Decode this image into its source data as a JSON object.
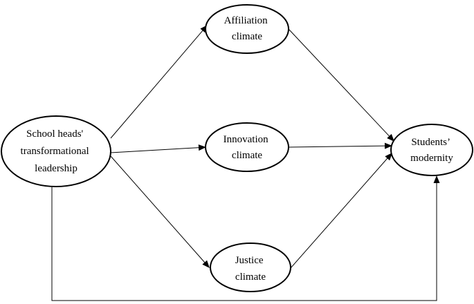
{
  "nodes": {
    "leadership": {
      "lines": [
        "School heads'",
        "transformational",
        "leadership"
      ]
    },
    "affiliation": {
      "lines": [
        "Affiliation",
        "climate"
      ]
    },
    "innovation": {
      "lines": [
        "Innovation",
        "climate"
      ]
    },
    "justice": {
      "lines": [
        "Justice",
        "climate"
      ]
    },
    "modernity": {
      "lines": [
        "Students’",
        "modernity"
      ]
    }
  },
  "edges": [
    {
      "from": "leadership",
      "to": "affiliation"
    },
    {
      "from": "leadership",
      "to": "innovation"
    },
    {
      "from": "leadership",
      "to": "justice"
    },
    {
      "from": "affiliation",
      "to": "modernity"
    },
    {
      "from": "innovation",
      "to": "modernity"
    },
    {
      "from": "justice",
      "to": "modernity"
    },
    {
      "from": "leadership",
      "to": "modernity",
      "route": "bottom"
    }
  ]
}
